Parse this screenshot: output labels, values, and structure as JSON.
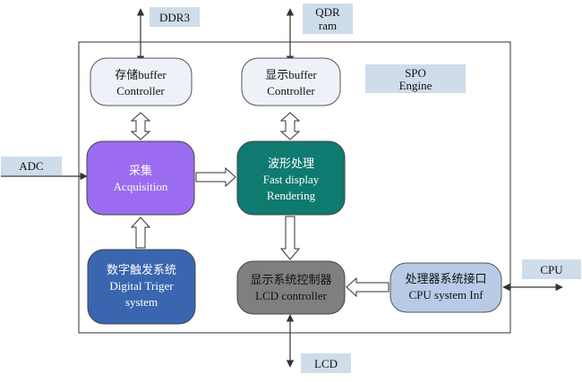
{
  "external": {
    "ddr3": "DDR3",
    "qdr_line1": "QDR",
    "qdr_line2": "ram",
    "adc": "ADC",
    "cpu": "CPU",
    "lcd": "LCD"
  },
  "engine": {
    "line1": "SPO",
    "line2": "Engine"
  },
  "blocks": {
    "storage_buffer": {
      "line1": "存储buffer",
      "line2": "Controller"
    },
    "display_buffer": {
      "line1": "显示buffer",
      "line2": "Controller"
    },
    "acquisition": {
      "line1": "采集",
      "line2": "Acquisition"
    },
    "waveform": {
      "line1": "波形处理",
      "line2": "Fast display",
      "line3": "Rendering"
    },
    "trigger": {
      "line1": "数字触发系统",
      "line2": "Digital Triger",
      "line3": "system"
    },
    "lcd_controller": {
      "line1": "显示系统控制器",
      "line2": "LCD controller"
    },
    "cpu_interface": {
      "line1": "处理器系统接口",
      "line2": "CPU system Inf"
    }
  },
  "colors": {
    "label_bg": "#cfdcea",
    "buffer_fill": "#eef2f8",
    "acquisition_fill": "#9b6cf0",
    "waveform_fill": "#0f7a70",
    "trigger_fill": "#3a66b0",
    "lcd_fill": "#7f7f7f",
    "cpu_fill": "#b7cbe6"
  }
}
